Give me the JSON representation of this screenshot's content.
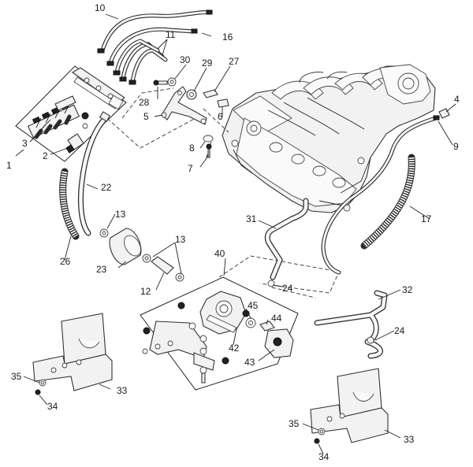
{
  "diagram": {
    "callouts": [
      {
        "id": "c1",
        "label": "1"
      },
      {
        "id": "c2",
        "label": "2"
      },
      {
        "id": "c3",
        "label": "3"
      },
      {
        "id": "c4",
        "label": "4"
      },
      {
        "id": "c5",
        "label": "5"
      },
      {
        "id": "c6",
        "label": "6"
      },
      {
        "id": "c7",
        "label": "7"
      },
      {
        "id": "c8",
        "label": "8"
      },
      {
        "id": "c9",
        "label": "9"
      },
      {
        "id": "c10",
        "label": "10"
      },
      {
        "id": "c11",
        "label": "11"
      },
      {
        "id": "c12",
        "label": "12"
      },
      {
        "id": "c13a",
        "label": "13"
      },
      {
        "id": "c13b",
        "label": "13"
      },
      {
        "id": "c16",
        "label": "16"
      },
      {
        "id": "c17",
        "label": "17"
      },
      {
        "id": "c22",
        "label": "22"
      },
      {
        "id": "c23",
        "label": "23"
      },
      {
        "id": "c24a",
        "label": "24"
      },
      {
        "id": "c24b",
        "label": "24"
      },
      {
        "id": "c26",
        "label": "26"
      },
      {
        "id": "c27",
        "label": "27"
      },
      {
        "id": "c28",
        "label": "28"
      },
      {
        "id": "c29",
        "label": "29"
      },
      {
        "id": "c30",
        "label": "30"
      },
      {
        "id": "c31",
        "label": "31"
      },
      {
        "id": "c32",
        "label": "32"
      },
      {
        "id": "c33a",
        "label": "33"
      },
      {
        "id": "c33b",
        "label": "33"
      },
      {
        "id": "c34a",
        "label": "34"
      },
      {
        "id": "c34b",
        "label": "34"
      },
      {
        "id": "c35a",
        "label": "35"
      },
      {
        "id": "c35b",
        "label": "35"
      },
      {
        "id": "c40",
        "label": "40"
      },
      {
        "id": "c42",
        "label": "42"
      },
      {
        "id": "c43",
        "label": "43"
      },
      {
        "id": "c44",
        "label": "44"
      },
      {
        "id": "c45",
        "label": "45"
      }
    ]
  }
}
